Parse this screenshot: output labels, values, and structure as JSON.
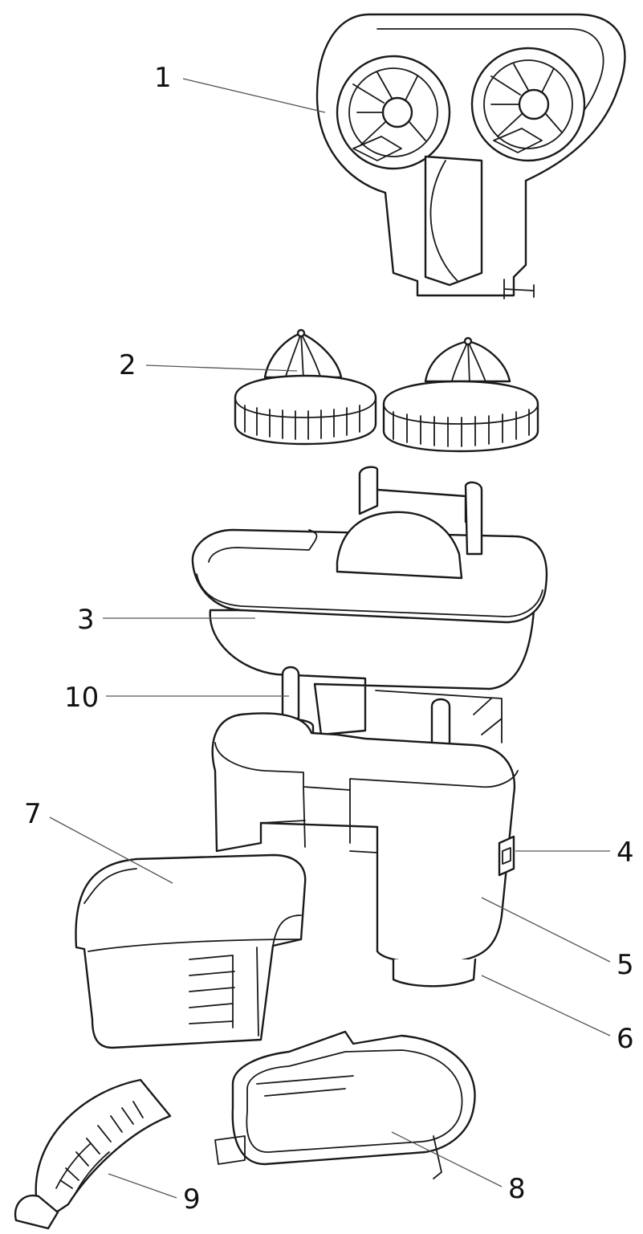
{
  "callouts": [
    {
      "id": "1",
      "label": "1"
    },
    {
      "id": "2",
      "label": "2"
    },
    {
      "id": "3",
      "label": "3"
    },
    {
      "id": "4",
      "label": "4"
    },
    {
      "id": "5",
      "label": "5"
    },
    {
      "id": "6",
      "label": "6"
    },
    {
      "id": "7",
      "label": "7"
    },
    {
      "id": "8",
      "label": "8"
    },
    {
      "id": "9",
      "label": "9"
    },
    {
      "id": "10",
      "label": "10"
    }
  ],
  "colors": {
    "line": "#1a1a1a",
    "leader": "#555555",
    "background": "#ffffff"
  }
}
